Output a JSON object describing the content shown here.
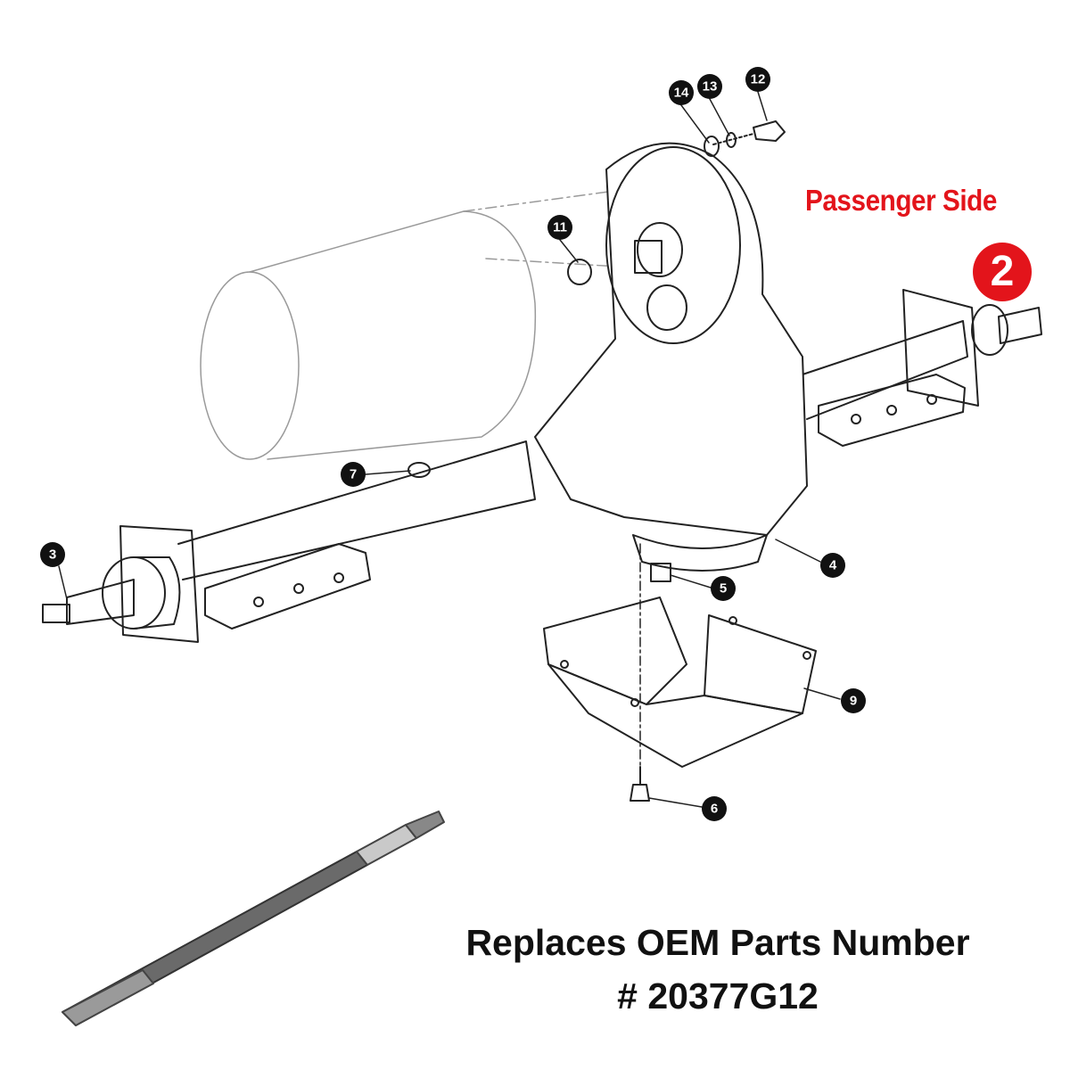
{
  "diagram": {
    "side_label": "Passenger Side",
    "side_badge": "2",
    "caption_line1": "Replaces OEM Parts Number",
    "caption_line2": "# 20377G12",
    "callouts": [
      "14",
      "13",
      "12",
      "11",
      "7",
      "3",
      "4",
      "5",
      "9",
      "6"
    ],
    "colors": {
      "accent": "#e3141b",
      "line": "#222222",
      "faint": "#9a9a9a"
    }
  }
}
